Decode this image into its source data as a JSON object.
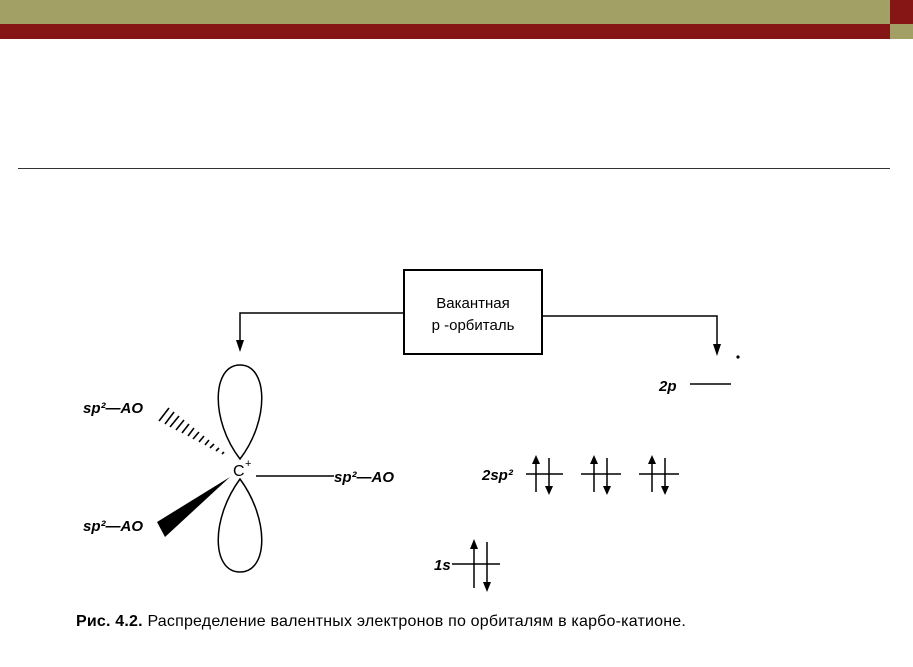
{
  "colors": {
    "band_olive": "#a3a066",
    "band_red": "#861515"
  },
  "box_label_line1": "Вакантная",
  "box_label_line2": "p -орбиталь",
  "left_labels": {
    "upper": "sp²—AO",
    "lower": "sp²—AO",
    "right": "sp²—AO"
  },
  "carbon": "C",
  "charge": "+",
  "levels": {
    "p": "2p",
    "sp2": "2sp²",
    "s": "1s"
  },
  "caption": {
    "prefix": "Рис. 4.2.",
    "text": " Распределение валентных электронов по орбиталям в карбо-катионе."
  }
}
